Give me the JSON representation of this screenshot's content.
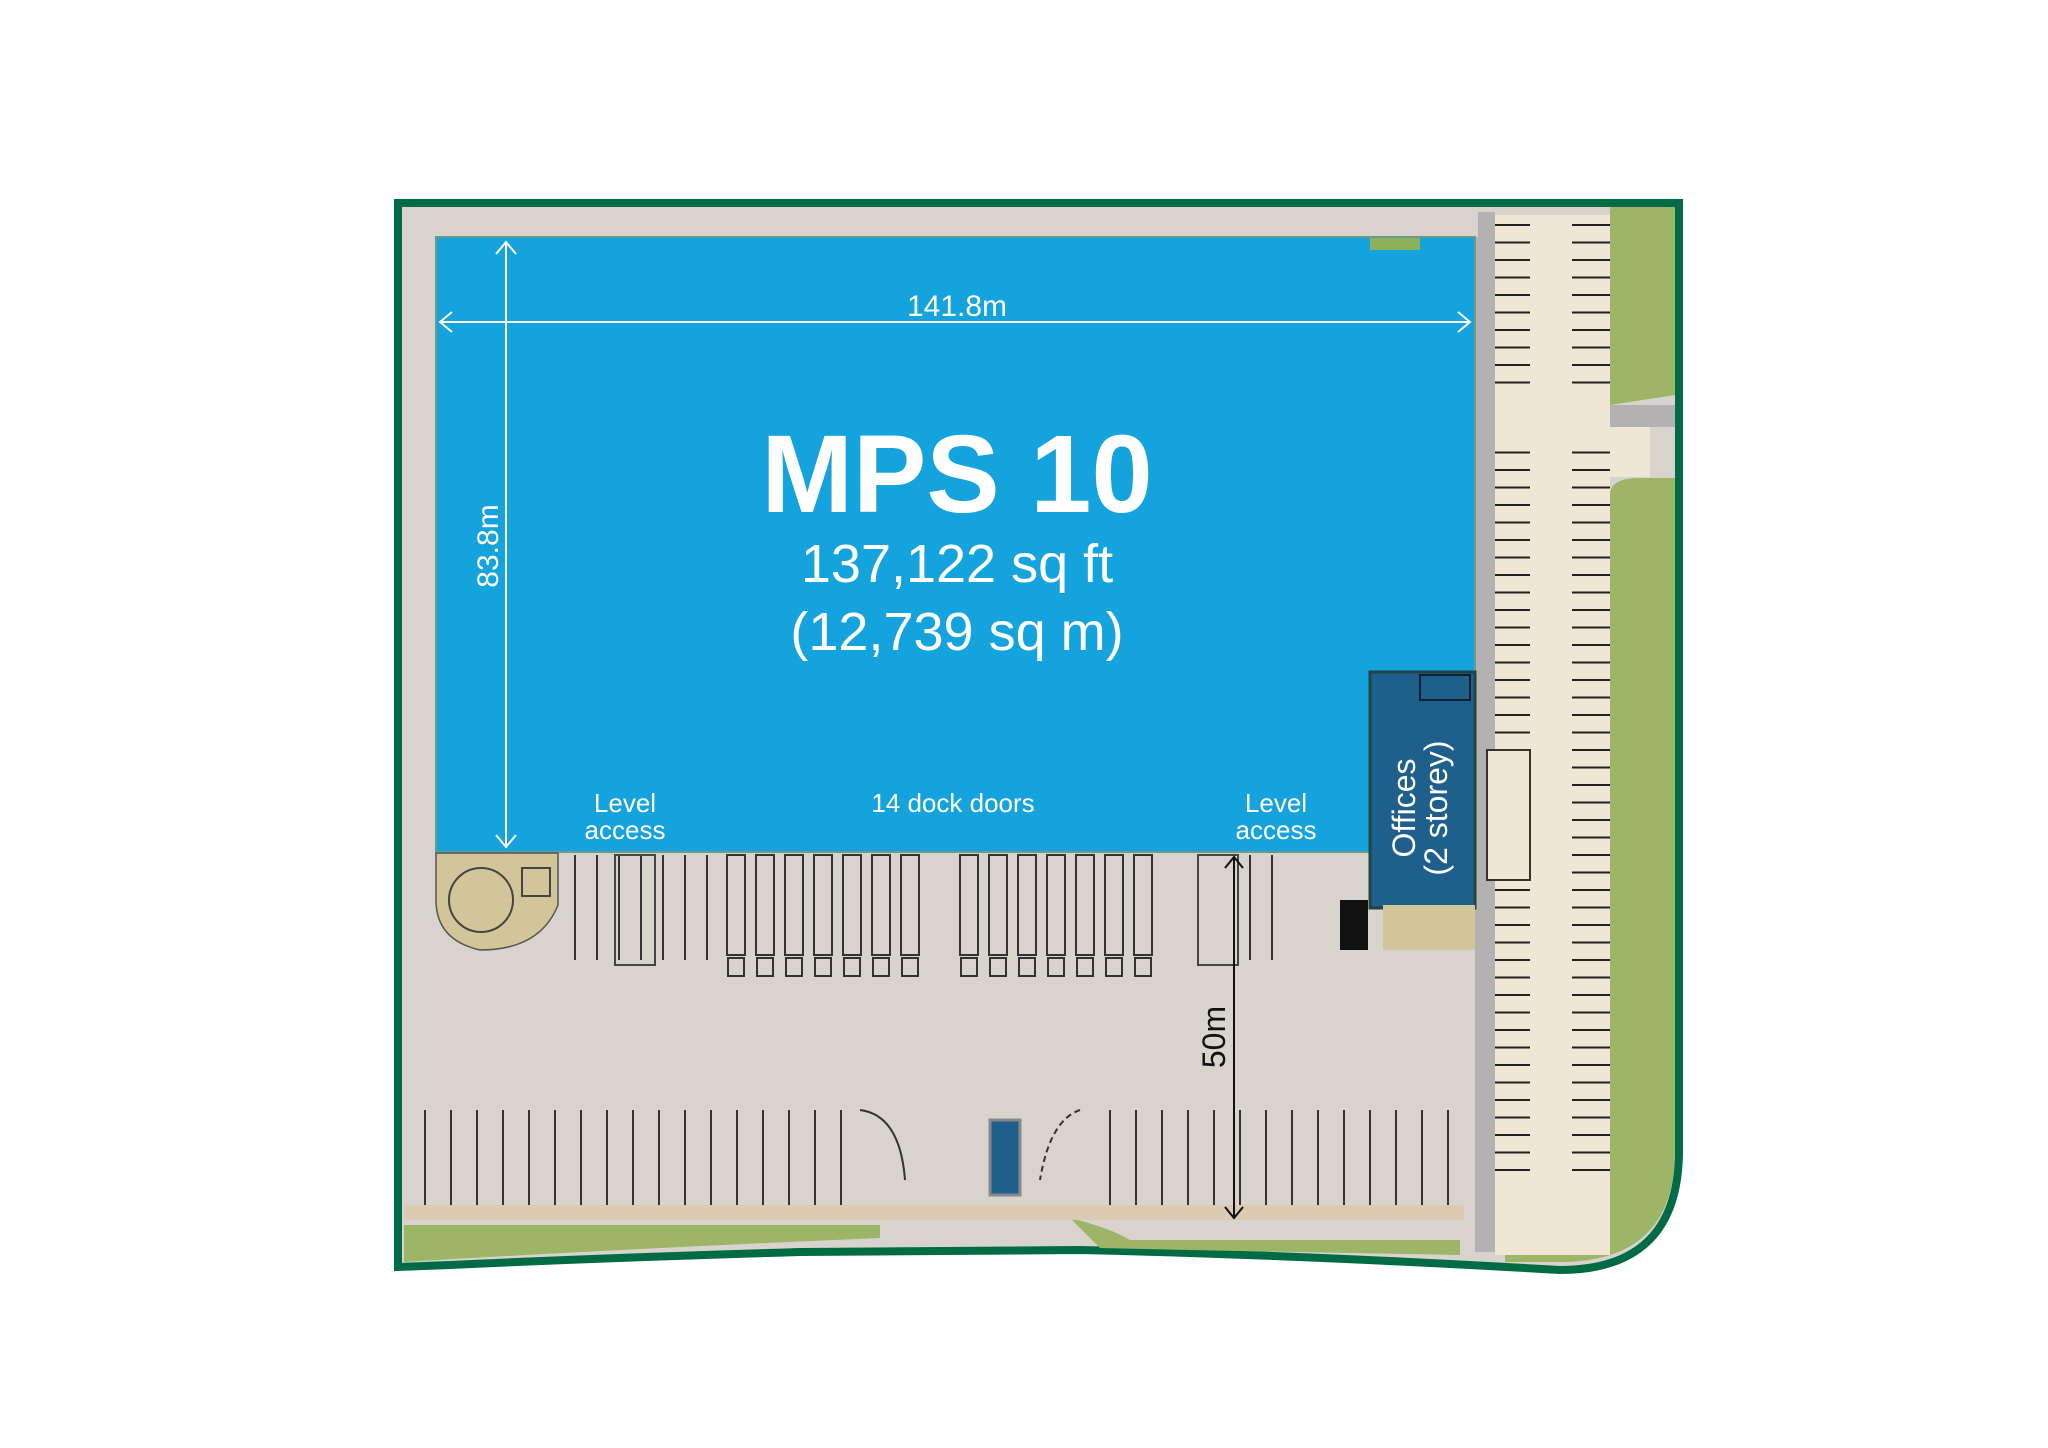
{
  "plan": {
    "title": "MPS 10",
    "area_sqft": "137,122 sq ft",
    "area_sqm": "(12,739 sq m)",
    "width_dimension": "141.8m",
    "depth_dimension": "83.8m",
    "yard_dimension": "50m",
    "level_access_left": [
      "Level",
      "access"
    ],
    "dock_doors": "14 dock doors",
    "level_access_right": [
      "Level",
      "access"
    ],
    "offices": [
      "Offices",
      "(2 storey)"
    ]
  },
  "colors": {
    "warehouse": "#15a3dd",
    "offices": "#1f5f8b",
    "border": "#006b45",
    "landscape": "#9db566",
    "yard": "#d8d3cd",
    "parking": "#efe6d4",
    "road": "#b3b1b1"
  }
}
